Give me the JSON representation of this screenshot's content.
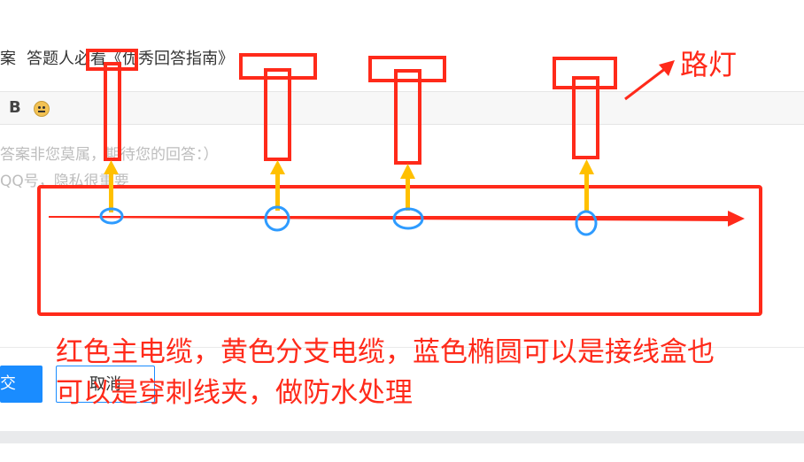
{
  "header": {
    "fragment": "案",
    "hint_text": "答题人必看《优秀回答指南》"
  },
  "toolbar": {
    "bold_label": "B",
    "emoji_icon": "emoji-icon"
  },
  "editor": {
    "placeholder_line1": "答案非您莫属，期待您的回答：）",
    "placeholder_line2": "QQ号，隐私很重要"
  },
  "actions": {
    "submit_fragment": "交",
    "cancel_label": "取消"
  },
  "annotations": {
    "lamp_label": "路灯",
    "note_line1": "红色主电缆，黄色分支电缆，蓝色椭圆可以是接线盒也",
    "note_line2": "可以是穿刺线夹，做防水处理",
    "colors": {
      "main_cable": "#ff2a1a",
      "branch_cable": "#ffc000",
      "junction": "#2e9bff"
    }
  }
}
